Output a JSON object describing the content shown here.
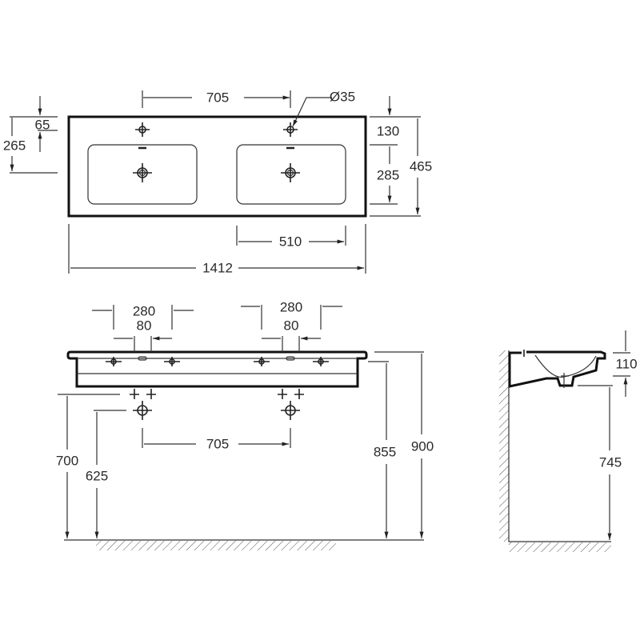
{
  "top_view": {
    "tap_spacing": "705",
    "tap_hole_diameter": "Ø35",
    "tap_from_edge": "65",
    "drain_from_edge": "265",
    "basin_from_back": "130",
    "basin_depth": "285",
    "total_depth": "465",
    "basin_width": "510",
    "total_width": "1412"
  },
  "front_view": {
    "left_outer": "280",
    "left_inner": "80",
    "right_outer": "280",
    "right_inner": "80",
    "drain_spacing": "705",
    "supply_height": "700",
    "drain_height": "625",
    "underside_height": "855",
    "top_height": "900"
  },
  "side_view": {
    "basin_height": "110",
    "clearance_height": "745"
  }
}
